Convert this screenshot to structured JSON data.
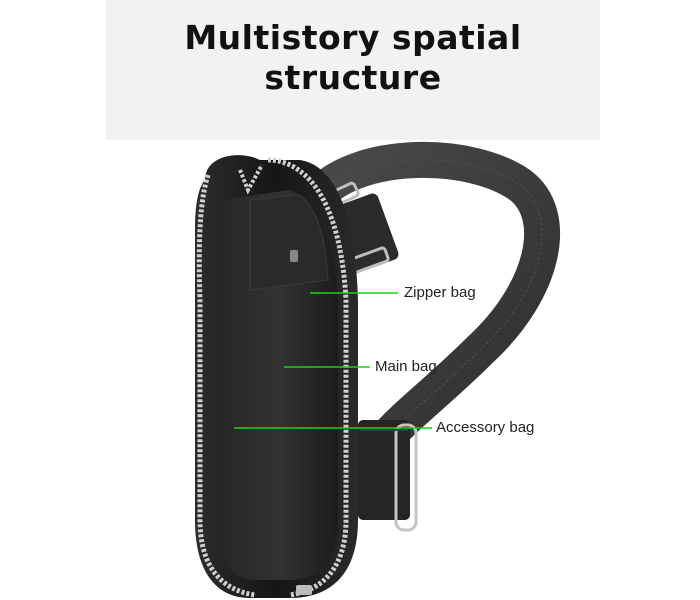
{
  "title": {
    "line1": "Multistory spatial",
    "line2": "structure"
  },
  "callouts": {
    "zipper": "Zipper bag",
    "main": "Main bag",
    "accessory": "Accessory bag"
  },
  "colors": {
    "callout_line": "#19d419",
    "bag_leather": "#1e1e1e",
    "zipper_metal": "#c9c9c9",
    "strap": "#3a3a3a",
    "panel": "#f2f2f2"
  }
}
